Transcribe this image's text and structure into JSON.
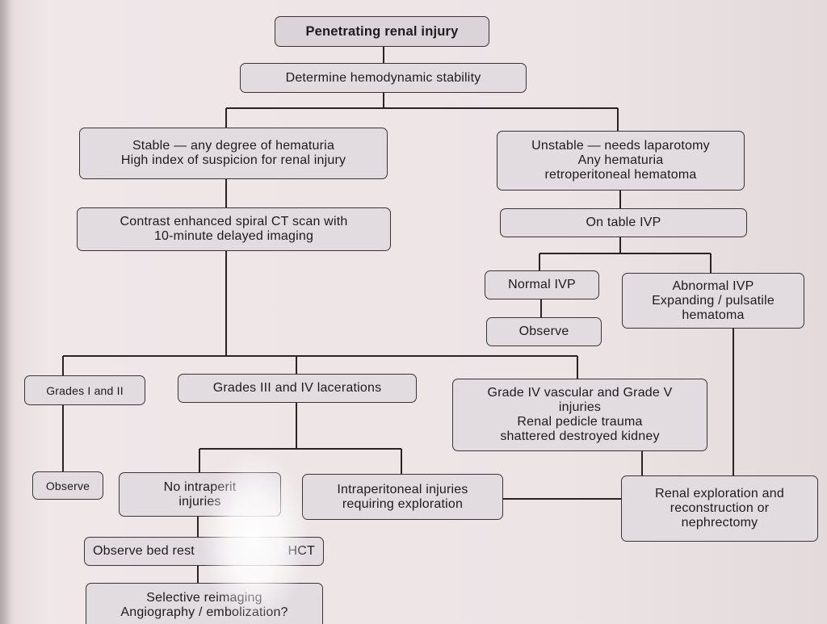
{
  "diagram": {
    "nodes": {
      "root": {
        "lines": [
          "Penetrating renal injury"
        ]
      },
      "stability": {
        "lines": [
          "Determine hemodynamic stability"
        ]
      },
      "stable": {
        "lines": [
          "Stable — any degree of hematuria",
          "High index of suspicion for renal injury"
        ]
      },
      "unstable": {
        "lines": [
          "Unstable — needs laparotomy",
          "Any hematuria",
          "retroperitoneal hematoma"
        ]
      },
      "ct": {
        "lines": [
          "Contrast enhanced spiral CT scan with",
          "10-minute delayed imaging"
        ]
      },
      "ivp": {
        "lines": [
          "On table IVP"
        ]
      },
      "normal_ivp": {
        "lines": [
          "Normal IVP"
        ]
      },
      "abnormal_ivp": {
        "lines": [
          "Abnormal IVP",
          "Expanding / pulsatile",
          "hematoma"
        ]
      },
      "observe_ivp": {
        "lines": [
          "Observe"
        ]
      },
      "grades_1_2": {
        "lines": [
          "Grades I and II"
        ]
      },
      "grades_3_4": {
        "lines": [
          "Grades III and IV lacerations"
        ]
      },
      "grade_4_5": {
        "lines": [
          "Grade IV vascular and Grade V",
          "injuries",
          "Renal pedicle trauma",
          "shattered destroyed kidney"
        ]
      },
      "observe_low": {
        "lines": [
          "Observe"
        ]
      },
      "no_intraperitoneal": {
        "lines": [
          "No intraperit",
          "injuries"
        ]
      },
      "intraperitoneal": {
        "lines": [
          "Intraperitoneal injuries",
          "requiring exploration"
        ]
      },
      "exploration": {
        "lines": [
          "Renal exploration and",
          "reconstruction or",
          "nephrectomy"
        ]
      },
      "bed_rest": {
        "lines": [
          "Observe bed rest",
          "HCT"
        ]
      },
      "reimaging": {
        "lines": [
          "Selective reimaging",
          "Angiography / embolization?"
        ]
      }
    }
  }
}
